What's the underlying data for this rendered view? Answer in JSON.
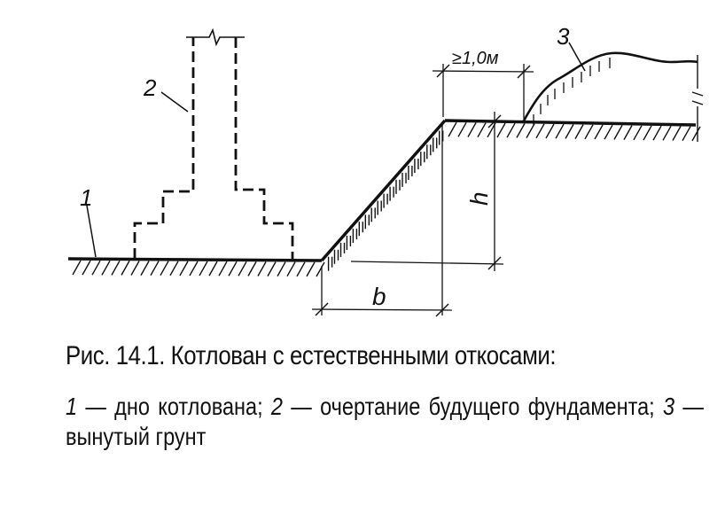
{
  "figure": {
    "labels": {
      "bottom": "1",
      "foundation": "2",
      "spoil": "3",
      "height": "h",
      "width": "b",
      "offset": "≥1,0м"
    }
  },
  "caption": {
    "title": "Рис. 14.1. Котлован с естественными откосами:",
    "items": [
      {
        "num": "1",
        "text": " — дно котлована; "
      },
      {
        "num": "2",
        "text": " — очертание будущего фундамента; "
      },
      {
        "num": "3",
        "text": " — вынутый грунт"
      }
    ]
  }
}
